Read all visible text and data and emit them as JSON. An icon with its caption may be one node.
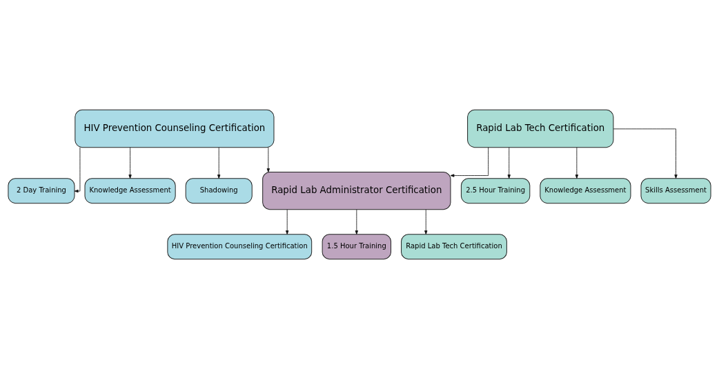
{
  "diagram": {
    "nodes": [
      {
        "text": [
          "HIV Prevention Counseling Certification"
        ]
      },
      {
        "text": [
          "2 Day Training"
        ]
      },
      {
        "text": [
          "Knowledge Assessment"
        ]
      },
      {
        "text": [
          "Shadowing"
        ]
      },
      {
        "text": [
          "Rapid Lab Tech Certification"
        ]
      },
      {
        "text": [
          "2.5 Hour Training"
        ]
      },
      {
        "text": [
          "Knowledge Assessment"
        ]
      },
      {
        "text": [
          "Skills Assessment"
        ]
      },
      {
        "text": [
          "Rapid Lab Administrator Certification"
        ]
      },
      {
        "text": [
          "HIV Prevention Counseling Certification"
        ]
      },
      {
        "text": [
          "1.5 Hour Training"
        ]
      },
      {
        "text": [
          "Rapid Lab Tech Certification"
        ]
      }
    ],
    "edges": [
      {
        "from": 0,
        "to": 1,
        "arrow": "to"
      },
      {
        "from": 0,
        "to": 2,
        "arrow": "to"
      },
      {
        "from": 0,
        "to": 3,
        "arrow": "to"
      },
      {
        "from": 4,
        "to": 5,
        "arrow": "to"
      },
      {
        "from": 4,
        "to": 6,
        "arrow": "to"
      },
      {
        "from": 4,
        "to": 7,
        "arrow": "to"
      },
      {
        "from": 0,
        "to": 8,
        "arrow": "to"
      },
      {
        "from": 4,
        "to": 8,
        "arrow": "to"
      },
      {
        "from": 8,
        "to": 9,
        "arrow": "to"
      },
      {
        "from": 8,
        "to": 10,
        "arrow": "to"
      },
      {
        "from": 8,
        "to": 11,
        "arrow": "to"
      }
    ]
  }
}
